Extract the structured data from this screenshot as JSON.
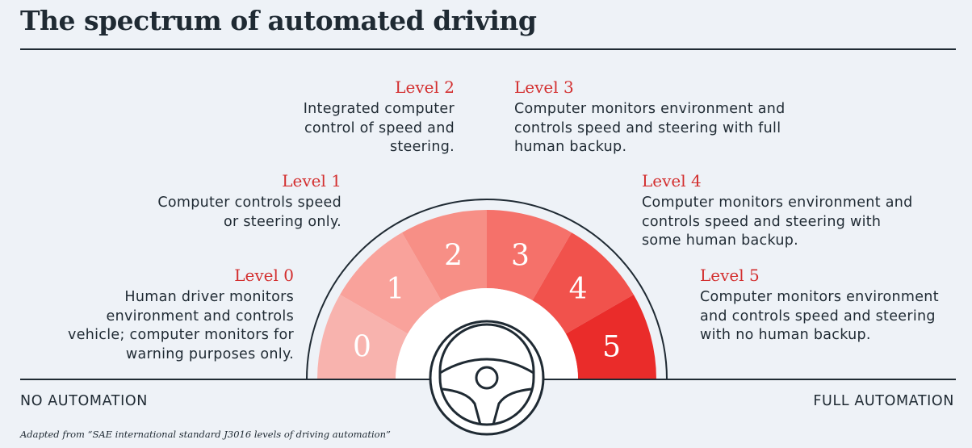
{
  "title": "The spectrum of automated driving",
  "levels": [
    {
      "name": "Level 0",
      "number": "0",
      "description": "Human driver monitors environment and controls vehicle; computer monitors for warning purposes only.",
      "color": "#f8b3ae"
    },
    {
      "name": "Level 1",
      "number": "1",
      "description": "Computer controls speed or steering only.",
      "color": "#f9a29b"
    },
    {
      "name": "Level 2",
      "number": "2",
      "description": "Integrated computer control of speed and steering.",
      "color": "#f78f86"
    },
    {
      "name": "Level 3",
      "number": "3",
      "description": "Computer monitors environment and controls speed and steering with full human backup.",
      "color": "#f5716a"
    },
    {
      "name": "Level 4",
      "number": "4",
      "description": "Computer monitors environment and controls speed and steering with some human backup.",
      "color": "#f1524c"
    },
    {
      "name": "Level 5",
      "number": "5",
      "description": "Computer monitors environment and controls speed and steering with no human backup.",
      "color": "#ea2c2a"
    }
  ],
  "scale": {
    "left_label": "NO AUTOMATION",
    "right_label": "FULL AUTOMATION"
  },
  "footnote": "Adapted from “SAE international standard J3016 levels of driving automation”",
  "colors": {
    "heading": "#d32f2f",
    "text": "#1f2a33",
    "background": "#eef2f7"
  },
  "icons": {
    "center": "steering-wheel-icon"
  }
}
